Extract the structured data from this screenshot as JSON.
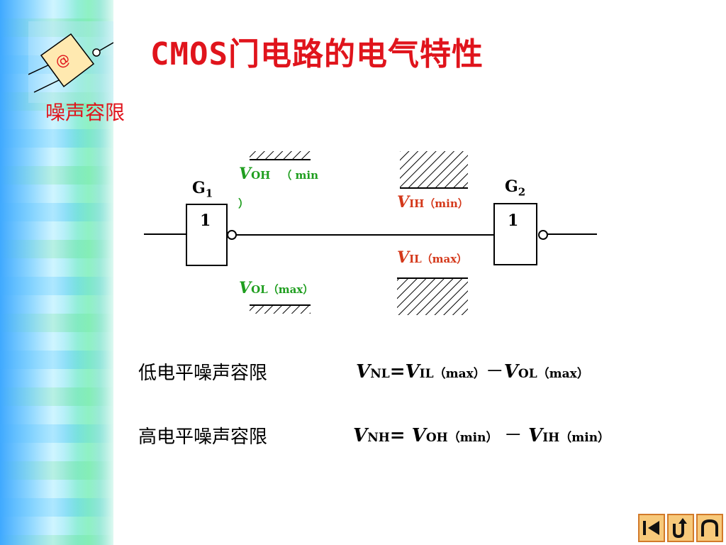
{
  "slide": {
    "title": "CMOS门电路的电气特性",
    "subtitle": "噪声容限",
    "logo_text": "@"
  },
  "diagram": {
    "gate1": {
      "name": "G",
      "index": "1",
      "symbol": "1"
    },
    "gate2": {
      "name": "G",
      "index": "2",
      "symbol": "1"
    },
    "voh": {
      "v": "V",
      "sub": "OH",
      "rest": "（  min",
      "close": "）"
    },
    "vol": {
      "v": "V",
      "sub": "OL（max）"
    },
    "vih": {
      "v": "V",
      "sub": "IH（min）"
    },
    "vil": {
      "v": "V",
      "sub": "IL（max）"
    },
    "colors": {
      "output_levels": "#1f9e1f",
      "input_levels": "#d4381a"
    }
  },
  "formulas": {
    "low": {
      "label": "低电平噪声容限",
      "lhs_v": "V",
      "lhs_sub": "NL",
      "eq": "=",
      "a_v": "V",
      "a_sub": "IL（max）",
      "minus": "－",
      "b_v": "V",
      "b_sub": "OL（max）"
    },
    "high": {
      "label": "高电平噪声容限",
      "lhs_v": "V",
      "lhs_sub": "NH",
      "eq": "= ",
      "a_v": "V",
      "a_sub": "OH（min）",
      "minus": " － ",
      "b_v": "V",
      "b_sub": "IH（min）"
    }
  },
  "nav": {
    "buttons": [
      "first-page-icon",
      "return-icon",
      "home-icon"
    ]
  }
}
